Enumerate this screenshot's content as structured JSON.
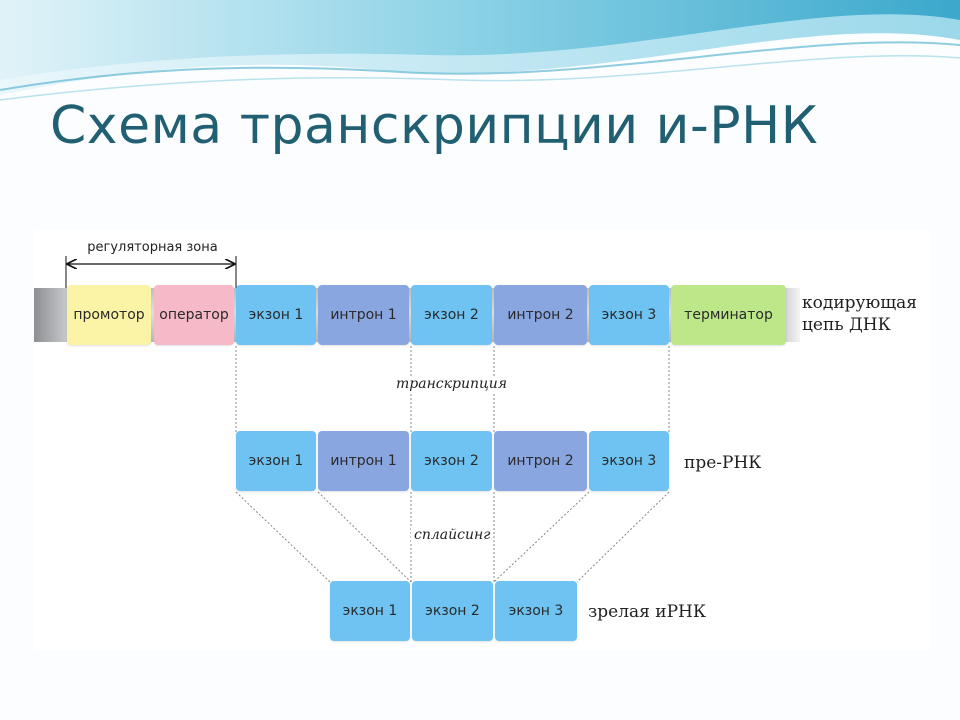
{
  "title": "Схема транскрипции и-РНК",
  "regulatory_zone_label": "регуляторная зона",
  "dna": {
    "promoter": "промотор",
    "operator": "оператор",
    "exon1": "экзон 1",
    "intron1": "интрон 1",
    "exon2": "экзон 2",
    "intron2": "интрон 2",
    "exon3": "экзон 3",
    "terminator": "терминатор",
    "label_line1": "кодирующая",
    "label_line2": "цепь ДНК"
  },
  "transcription_label": "транскрипция",
  "pre_rna": {
    "exon1": "экзон 1",
    "intron1": "интрон 1",
    "exon2": "экзон 2",
    "intron2": "интрон 2",
    "exon3": "экзон 3",
    "label": "пре-РНК"
  },
  "splicing_label": "сплайсинг",
  "mature_rna": {
    "exon1": "экзон 1",
    "exon2": "экзон 2",
    "exon3": "экзон 3",
    "label": "зрелая иРНК"
  },
  "colors": {
    "title": "#215f72",
    "promoter": "#fbf3a5",
    "operator": "#f6b9c8",
    "exon": "#6ec3f2",
    "intron": "#8aa6e0",
    "terminator": "#bde88a"
  }
}
